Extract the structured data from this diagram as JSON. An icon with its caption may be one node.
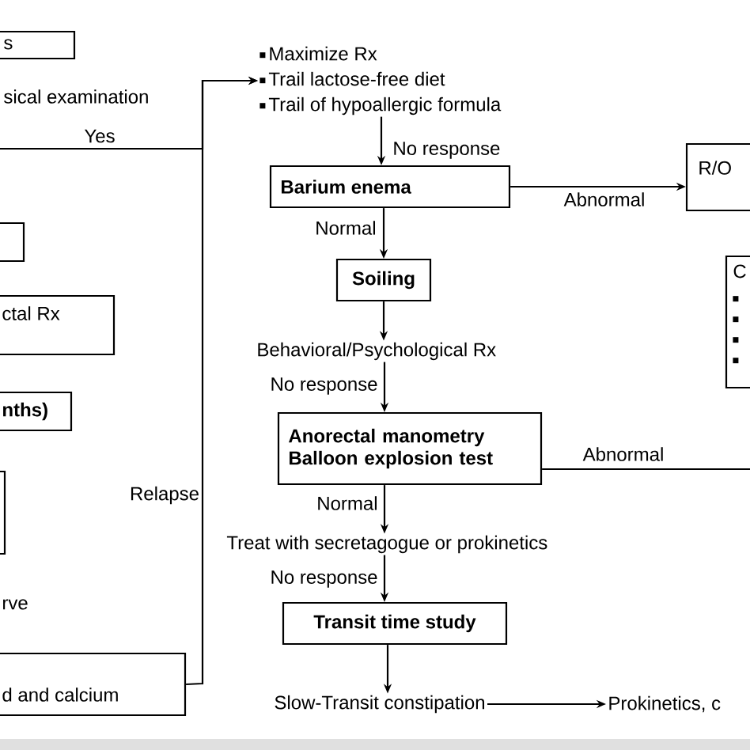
{
  "diagram": {
    "nodes": [
      {
        "text": [
          "s"
        ]
      },
      {
        "text": [],
        "shape": "box"
      },
      {
        "text": [
          "ctal Rx"
        ]
      },
      {
        "text": [
          "nths)"
        ]
      },
      {
        "text": [],
        "shape": "box"
      },
      {
        "text": [
          "d and calcium"
        ]
      },
      {
        "text": [
          "Maximize Rx",
          "Trail lactose-free  diet",
          "Trail of hypoallergic formula"
        ]
      },
      {
        "text": [
          "Barium enema"
        ]
      },
      {
        "text": [
          "R/O"
        ]
      },
      {
        "text": [
          "Soiling"
        ]
      },
      {
        "text": [
          "Behavioral/Psychological Rx"
        ]
      },
      {
        "text": [
          "C"
        ]
      },
      {
        "text": [
          "Anorectal manometry Balloon explosion test"
        ]
      },
      {
        "text": [
          "Treat with secretagogue or prokinetics"
        ]
      },
      {
        "text": [
          "Transit time study"
        ]
      },
      {
        "text": [
          "Slow-Transit constipation"
        ]
      },
      {
        "text": [
          "Prokinetics, c"
        ]
      }
    ],
    "edges": [
      {
        "from": null,
        "to": 6,
        "arrow": "to",
        "label": "Yes"
      },
      {
        "from": 5,
        "to": 6,
        "arrow": "to",
        "label": "Relapse"
      },
      {
        "from": 6,
        "to": 7,
        "arrow": "to",
        "label": "No response"
      },
      {
        "from": 7,
        "to": 8,
        "arrow": "to",
        "label": "Abnormal"
      },
      {
        "from": 7,
        "to": 9,
        "arrow": "to",
        "label": "Normal"
      },
      {
        "from": 9,
        "to": 10,
        "arrow": "to"
      },
      {
        "from": 10,
        "to": 12,
        "arrow": "to",
        "label": "No response"
      },
      {
        "from": 12,
        "to": null,
        "arrow": "none",
        "label": "Abnormal"
      },
      {
        "from": 12,
        "to": 13,
        "arrow": "to",
        "label": "Normal"
      },
      {
        "from": 13,
        "to": 14,
        "arrow": "to",
        "label": "No response"
      },
      {
        "from": 14,
        "to": 15,
        "arrow": "to"
      },
      {
        "from": 15,
        "to": 16,
        "arrow": "to"
      }
    ],
    "labels": [
      "sical examination",
      "rve"
    ]
  }
}
